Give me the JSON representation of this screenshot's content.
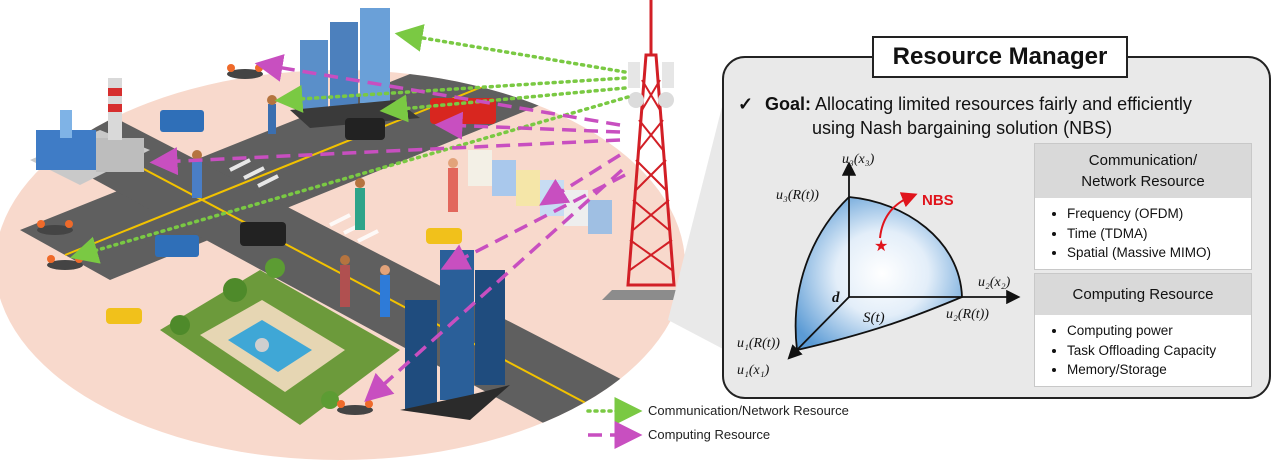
{
  "legend": {
    "communication": "Communication/Network Resource",
    "computing": "Computing Resource"
  },
  "colors": {
    "communication_arrow": "#7ac943",
    "computing_arrow": "#c84fc0",
    "ground": "#f8d9cc",
    "panel": "#e9e9e9",
    "region_fill": "#5b9bd5",
    "nbs": "#e0141c"
  },
  "resource_manager": {
    "title": "Resource Manager",
    "goal_check": "✓",
    "goal_label": "Goal:",
    "goal_line1": "Allocating limited resources fairly and efficiently",
    "goal_line2": "using Nash bargaining solution (NBS)"
  },
  "utility_plot": {
    "u3_axis": "u₃(x₃)",
    "u3_point": "u₃(R(t))",
    "u2_axis": "u₂(x₂)",
    "u2_point": "u₂(R(t))",
    "u1_axis": "u₁(x₁)",
    "u1_point": "u₁(R(t))",
    "origin_label": "d",
    "region_label": "S(t)",
    "nbs_label": "NBS"
  },
  "communication_resource": {
    "heading_line1": "Communication/",
    "heading_line2": "Network Resource",
    "items": [
      "Frequency (OFDM)",
      "Time (TDMA)",
      "Spatial (Massive MIMO)"
    ]
  },
  "computing_resource": {
    "heading": "Computing Resource",
    "items": [
      "Computing power",
      "Task Offloading Capacity",
      "Memory/Storage"
    ]
  }
}
